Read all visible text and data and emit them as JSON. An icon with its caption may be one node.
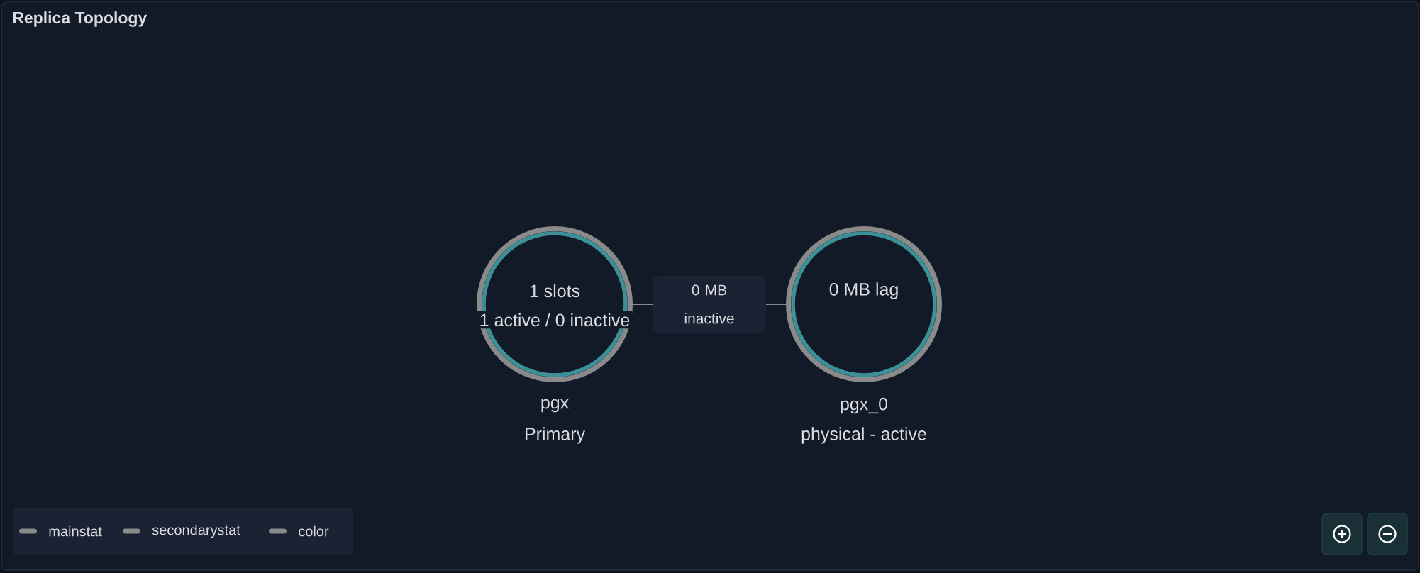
{
  "diagram": {
    "title": "Replica Topology",
    "nodes": [
      {
        "text": [
          "1 slots",
          "1 active / 0 inactive"
        ],
        "beside": [
          "pgx",
          "Primary"
        ]
      },
      {
        "text": [
          "0 MB lag"
        ],
        "beside": [
          "pgx_0",
          "physical - active"
        ]
      }
    ],
    "edges": [
      {
        "from": 0,
        "to": 1,
        "arrow": "none",
        "label": "0 MB inactive"
      }
    ],
    "legend": [
      {
        "text": "mainstat",
        "color": "#8a8a8a"
      },
      {
        "text": "secondarystat",
        "color": "#8a8a8a"
      },
      {
        "text": "color",
        "color": "#8a8a8a"
      }
    ]
  }
}
